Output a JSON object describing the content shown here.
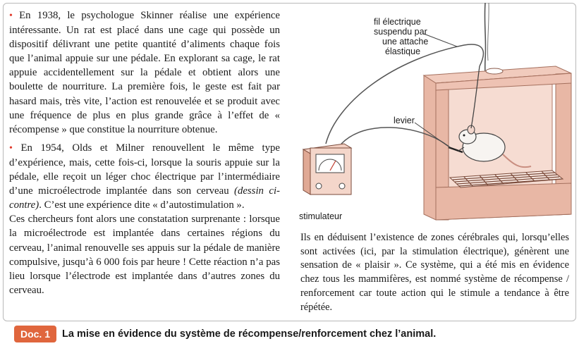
{
  "left_text": {
    "p1": {
      "bullet": "•",
      "text": "En 1938, le psychologue Skinner réalise une expérience intéressante. Un rat est placé dans une cage qui possède un dispositif délivrant une petite quantité d’aliments chaque fois que l’animal appuie sur une pédale. En explorant sa cage, le rat appuie accidentellement sur la pédale et obtient alors une boulette de nourriture. La première fois, le geste est fait par hasard mais, très vite, l’action est renouvelée et se produit avec une fréquence de plus en plus grande grâce à l’effet de « récompense » que constitue la nourriture obtenue."
    },
    "p2": {
      "bullet": "•",
      "text_before": "En 1954, Olds et Milner renouvellent le même type d’expérience, mais, cette fois-ci, lorsque la souris appuie sur la pédale, elle reçoit un léger choc électrique par l’intermédiaire d’une microélectrode implantée dans son cerveau ",
      "italic": "(dessin ci-contre)",
      "text_after": ". C’est une expérience dite « d’autostimulation »."
    },
    "p3": "Ces chercheurs font alors une constatation surprenante : lorsque la microélectrode est implantée dans certaines régions du cerveau, l’animal renouvelle ses appuis sur la pédale de manière compulsive, jusqu’à 6 000 fois par heure ! Cette réaction n’a pas lieu lorsque l’électrode est implantée dans d’autres zones du cerveau."
  },
  "right_text": "Ils en déduisent l’existence de zones cérébrales qui, lorsqu’elles sont activées (ici, par la stimulation électrique), génèrent une sensation de « plaisir ». Ce système, qui a été mis en évidence chez tous les mammifères, est nommé système de récompense / renforcement car toute action qui le stimule a tendance à être répétée.",
  "diagram": {
    "label_wire_1": "fil électrique",
    "label_wire_2": "suspendu par",
    "label_wire_3": "une attache",
    "label_wire_4": "élastique",
    "label_lever": "levier",
    "label_stimulator": "stimulateur"
  },
  "caption": {
    "tag": "Doc. 1",
    "text": "La mise en évidence du système de récompense/renforcement chez l’animal."
  },
  "colors": {
    "accent": "#e0663d",
    "bullet": "#e03a2c",
    "cage_wood": "#e8b7a5",
    "cage_inner": "#f6dcd2"
  }
}
